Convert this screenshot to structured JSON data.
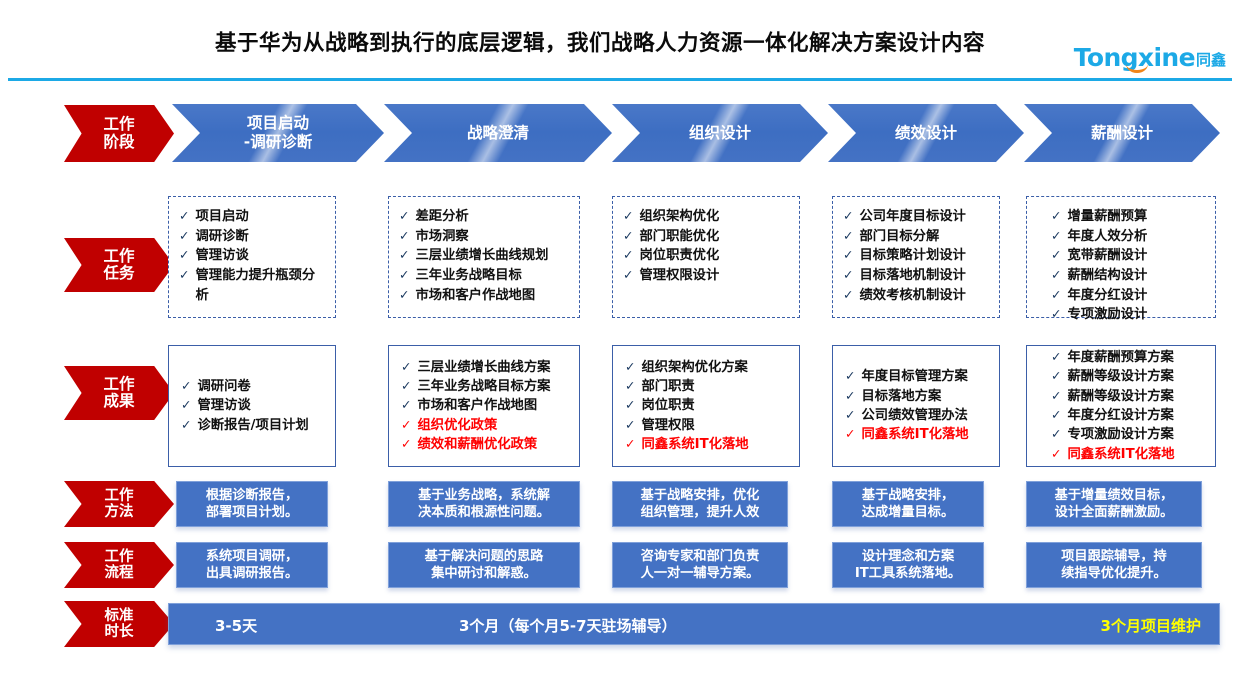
{
  "header": {
    "title": "基于华为从战略到执行的底层逻辑，我们战略人力资源一体化解决方案设计内容",
    "logo_text": "Tongxine",
    "logo_cn": "同鑫",
    "accent_color": "#1ca9e6",
    "title_color": "#0b0b0b"
  },
  "row_labels": [
    {
      "line1": "工作",
      "line2": "阶段"
    },
    {
      "line1": "工作",
      "line2": "任务"
    },
    {
      "line1": "工作",
      "line2": "成果"
    },
    {
      "line1": "工作",
      "line2": "方法"
    },
    {
      "line1": "工作",
      "line2": "流程"
    },
    {
      "line1": "标准",
      "line2": "时长"
    }
  ],
  "label_color": "#c00000",
  "phase_color": "#4472c4",
  "phases": [
    {
      "line1": "项目启动",
      "line2": "-调研诊断"
    },
    {
      "line1": "战略澄清",
      "line2": ""
    },
    {
      "line1": "组织设计",
      "line2": ""
    },
    {
      "line1": "绩效设计",
      "line2": ""
    },
    {
      "line1": "薪酬设计",
      "line2": ""
    }
  ],
  "tasks": [
    {
      "items": [
        "项目启动",
        "调研诊断",
        "管理访谈",
        "管理能力提升瓶颈分析"
      ]
    },
    {
      "items": [
        "差距分析",
        "市场洞察",
        "三层业绩增长曲线规划",
        "三年业务战略目标",
        "市场和客户作战地图"
      ]
    },
    {
      "items": [
        "组织架构优化",
        "部门职能优化",
        "岗位职责优化",
        "管理权限设计"
      ]
    },
    {
      "items": [
        "公司年度目标设计",
        "部门目标分解",
        "目标策略计划设计",
        "目标落地机制设计",
        "绩效考核机制设计"
      ]
    },
    {
      "items": [
        "增量薪酬预算",
        "年度人效分析",
        "宽带薪酬设计",
        "薪酬结构设计",
        "年度分红设计",
        "专项激励设计"
      ]
    }
  ],
  "outcomes": [
    {
      "items": [
        {
          "text": "调研问卷",
          "red": false
        },
        {
          "text": "管理访谈",
          "red": false
        },
        {
          "text": "诊断报告/项目计划",
          "red": false
        }
      ]
    },
    {
      "items": [
        {
          "text": "三层业绩增长曲线方案",
          "red": false
        },
        {
          "text": "三年业务战略目标方案",
          "red": false
        },
        {
          "text": "市场和客户作战地图",
          "red": false
        },
        {
          "text": "组织优化政策",
          "red": true
        },
        {
          "text": "绩效和薪酬优化政策",
          "red": true
        }
      ]
    },
    {
      "items": [
        {
          "text": "组织架构优化方案",
          "red": false
        },
        {
          "text": "部门职责",
          "red": false
        },
        {
          "text": "岗位职责",
          "red": false
        },
        {
          "text": "管理权限",
          "red": false
        },
        {
          "text": "同鑫系统IT化落地",
          "red": true
        }
      ]
    },
    {
      "items": [
        {
          "text": "年度目标管理方案",
          "red": false
        },
        {
          "text": "目标落地方案",
          "red": false
        },
        {
          "text": "公司绩效管理办法",
          "red": false
        },
        {
          "text": "同鑫系统IT化落地",
          "red": true
        }
      ]
    },
    {
      "items": [
        {
          "text": "年度薪酬预算方案",
          "red": false
        },
        {
          "text": "薪酬等级设计方案",
          "red": false
        },
        {
          "text": "薪酬等级设计方案",
          "red": false
        },
        {
          "text": "年度分红设计方案",
          "red": false
        },
        {
          "text": "专项激励设计方案",
          "red": false
        },
        {
          "text": "同鑫系统IT化落地",
          "red": true
        }
      ]
    }
  ],
  "methods": [
    {
      "line1": "根据诊断报告，",
      "line2": "部署项目计划。"
    },
    {
      "line1": "基于业务战略，系统解",
      "line2": "决本质和根源性问题。"
    },
    {
      "line1": "基于战略安排，优化",
      "line2": "组织管理，提升人效"
    },
    {
      "line1": "基于战略安排，",
      "line2": "达成增量目标。"
    },
    {
      "line1": "基于增量绩效目标，",
      "line2": "设计全面薪酬激励。"
    }
  ],
  "processes": [
    {
      "line1": "系统项目调研，",
      "line2": "出具调研报告。"
    },
    {
      "line1": "基于解决问题的思路",
      "line2": "集中研讨和解惑。"
    },
    {
      "line1": "咨询专家和部门负责",
      "line2": "人一对一辅导方案。"
    },
    {
      "line1": "设计理念和方案",
      "line2": "IT工具系统落地。"
    },
    {
      "line1": "项目跟踪辅导，持",
      "line2": "续指导优化提升。"
    }
  ],
  "duration": {
    "first": "3-5天",
    "middle": "3个月（每个月5-7天驻场辅导）",
    "last": "3个月项目维护",
    "highlight_color": "#ffff00"
  },
  "icons": {
    "check": "✓"
  }
}
